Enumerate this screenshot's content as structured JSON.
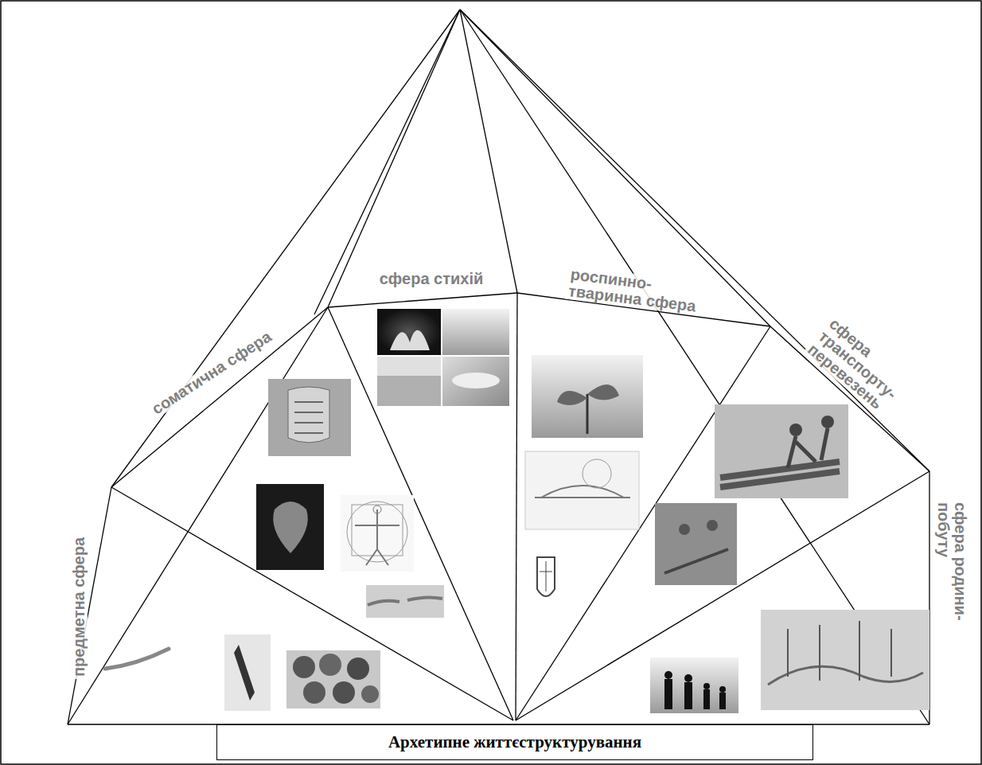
{
  "diagram": {
    "nodes": [
      {
        "text": [
          "Архетипне життєструктурування"
        ]
      }
    ],
    "labels": [
      "предметна сфера",
      "соматична сфера",
      "сфера стихій",
      "роспинно- тваринна сфера",
      "сфера транспорту- перевезень",
      "сфера родини- побуту"
    ]
  }
}
